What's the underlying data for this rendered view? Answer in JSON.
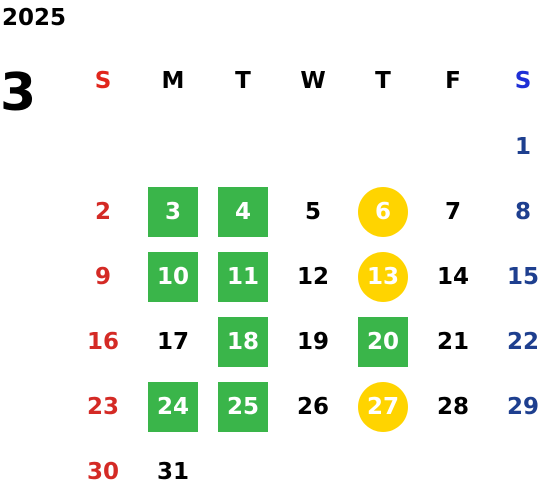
{
  "year": "2025",
  "month": "3",
  "weekdays": [
    "S",
    "M",
    "T",
    "W",
    "T",
    "F",
    "S"
  ],
  "colors": {
    "sunday": "#d42a25",
    "saturday": "#1e3f8f",
    "green_highlight": "#3ab54a",
    "yellow_highlight": "#ffd400"
  },
  "weeks": [
    [
      {
        "day": "",
        "mark": "none"
      },
      {
        "day": "",
        "mark": "none"
      },
      {
        "day": "",
        "mark": "none"
      },
      {
        "day": "",
        "mark": "none"
      },
      {
        "day": "",
        "mark": "none"
      },
      {
        "day": "",
        "mark": "none"
      },
      {
        "day": "1",
        "mark": "none"
      }
    ],
    [
      {
        "day": "2",
        "mark": "none"
      },
      {
        "day": "3",
        "mark": "green"
      },
      {
        "day": "4",
        "mark": "green"
      },
      {
        "day": "5",
        "mark": "none"
      },
      {
        "day": "6",
        "mark": "yellow"
      },
      {
        "day": "7",
        "mark": "none"
      },
      {
        "day": "8",
        "mark": "none"
      }
    ],
    [
      {
        "day": "9",
        "mark": "none"
      },
      {
        "day": "10",
        "mark": "green"
      },
      {
        "day": "11",
        "mark": "green"
      },
      {
        "day": "12",
        "mark": "none"
      },
      {
        "day": "13",
        "mark": "yellow"
      },
      {
        "day": "14",
        "mark": "none"
      },
      {
        "day": "15",
        "mark": "none"
      }
    ],
    [
      {
        "day": "16",
        "mark": "none"
      },
      {
        "day": "17",
        "mark": "none"
      },
      {
        "day": "18",
        "mark": "green"
      },
      {
        "day": "19",
        "mark": "none"
      },
      {
        "day": "20",
        "mark": "green"
      },
      {
        "day": "21",
        "mark": "none"
      },
      {
        "day": "22",
        "mark": "none"
      }
    ],
    [
      {
        "day": "23",
        "mark": "none"
      },
      {
        "day": "24",
        "mark": "green"
      },
      {
        "day": "25",
        "mark": "green"
      },
      {
        "day": "26",
        "mark": "none"
      },
      {
        "day": "27",
        "mark": "yellow"
      },
      {
        "day": "28",
        "mark": "none"
      },
      {
        "day": "29",
        "mark": "none"
      }
    ],
    [
      {
        "day": "30",
        "mark": "none"
      },
      {
        "day": "31",
        "mark": "none"
      },
      {
        "day": "",
        "mark": "none"
      },
      {
        "day": "",
        "mark": "none"
      },
      {
        "day": "",
        "mark": "none"
      },
      {
        "day": "",
        "mark": "none"
      },
      {
        "day": "",
        "mark": "none"
      }
    ]
  ]
}
